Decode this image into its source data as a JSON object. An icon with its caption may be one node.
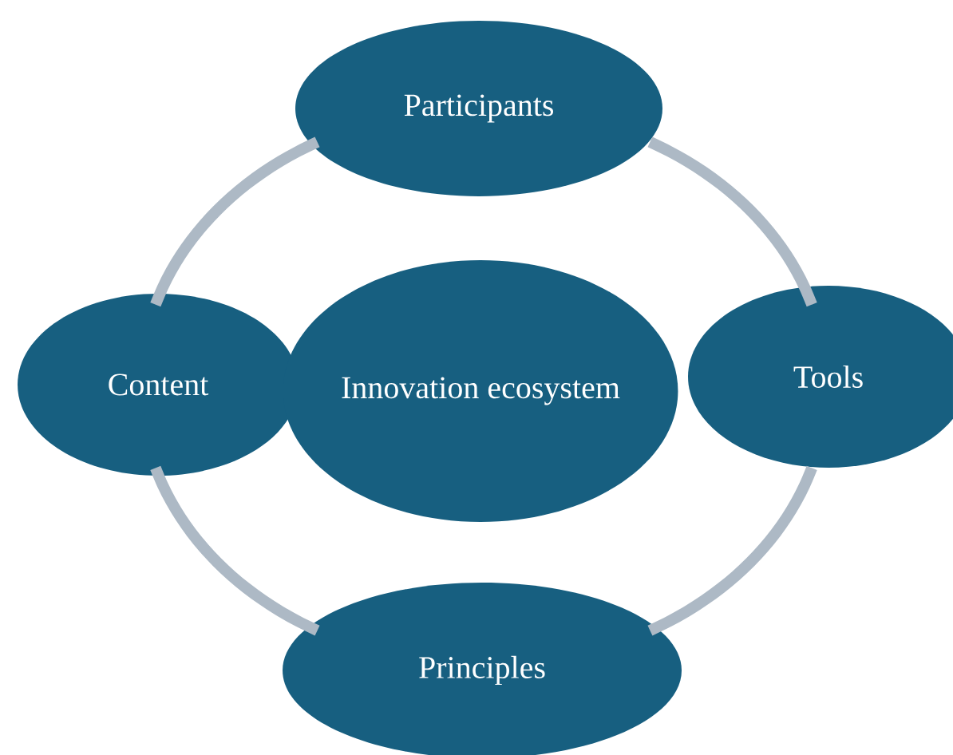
{
  "diagram": {
    "nodes": [
      {
        "text": [
          "Participants"
        ]
      },
      {
        "text": [
          "Content"
        ]
      },
      {
        "text": [
          "Innovation ecosystem"
        ]
      },
      {
        "text": [
          "Tools"
        ]
      },
      {
        "text": [
          "Principles"
        ]
      }
    ],
    "edges": [
      {
        "from": 0,
        "to": 3,
        "arrow": "none"
      },
      {
        "from": 3,
        "to": 4,
        "arrow": "none"
      },
      {
        "from": 4,
        "to": 1,
        "arrow": "none"
      },
      {
        "from": 1,
        "to": 0,
        "arrow": "none"
      }
    ]
  }
}
